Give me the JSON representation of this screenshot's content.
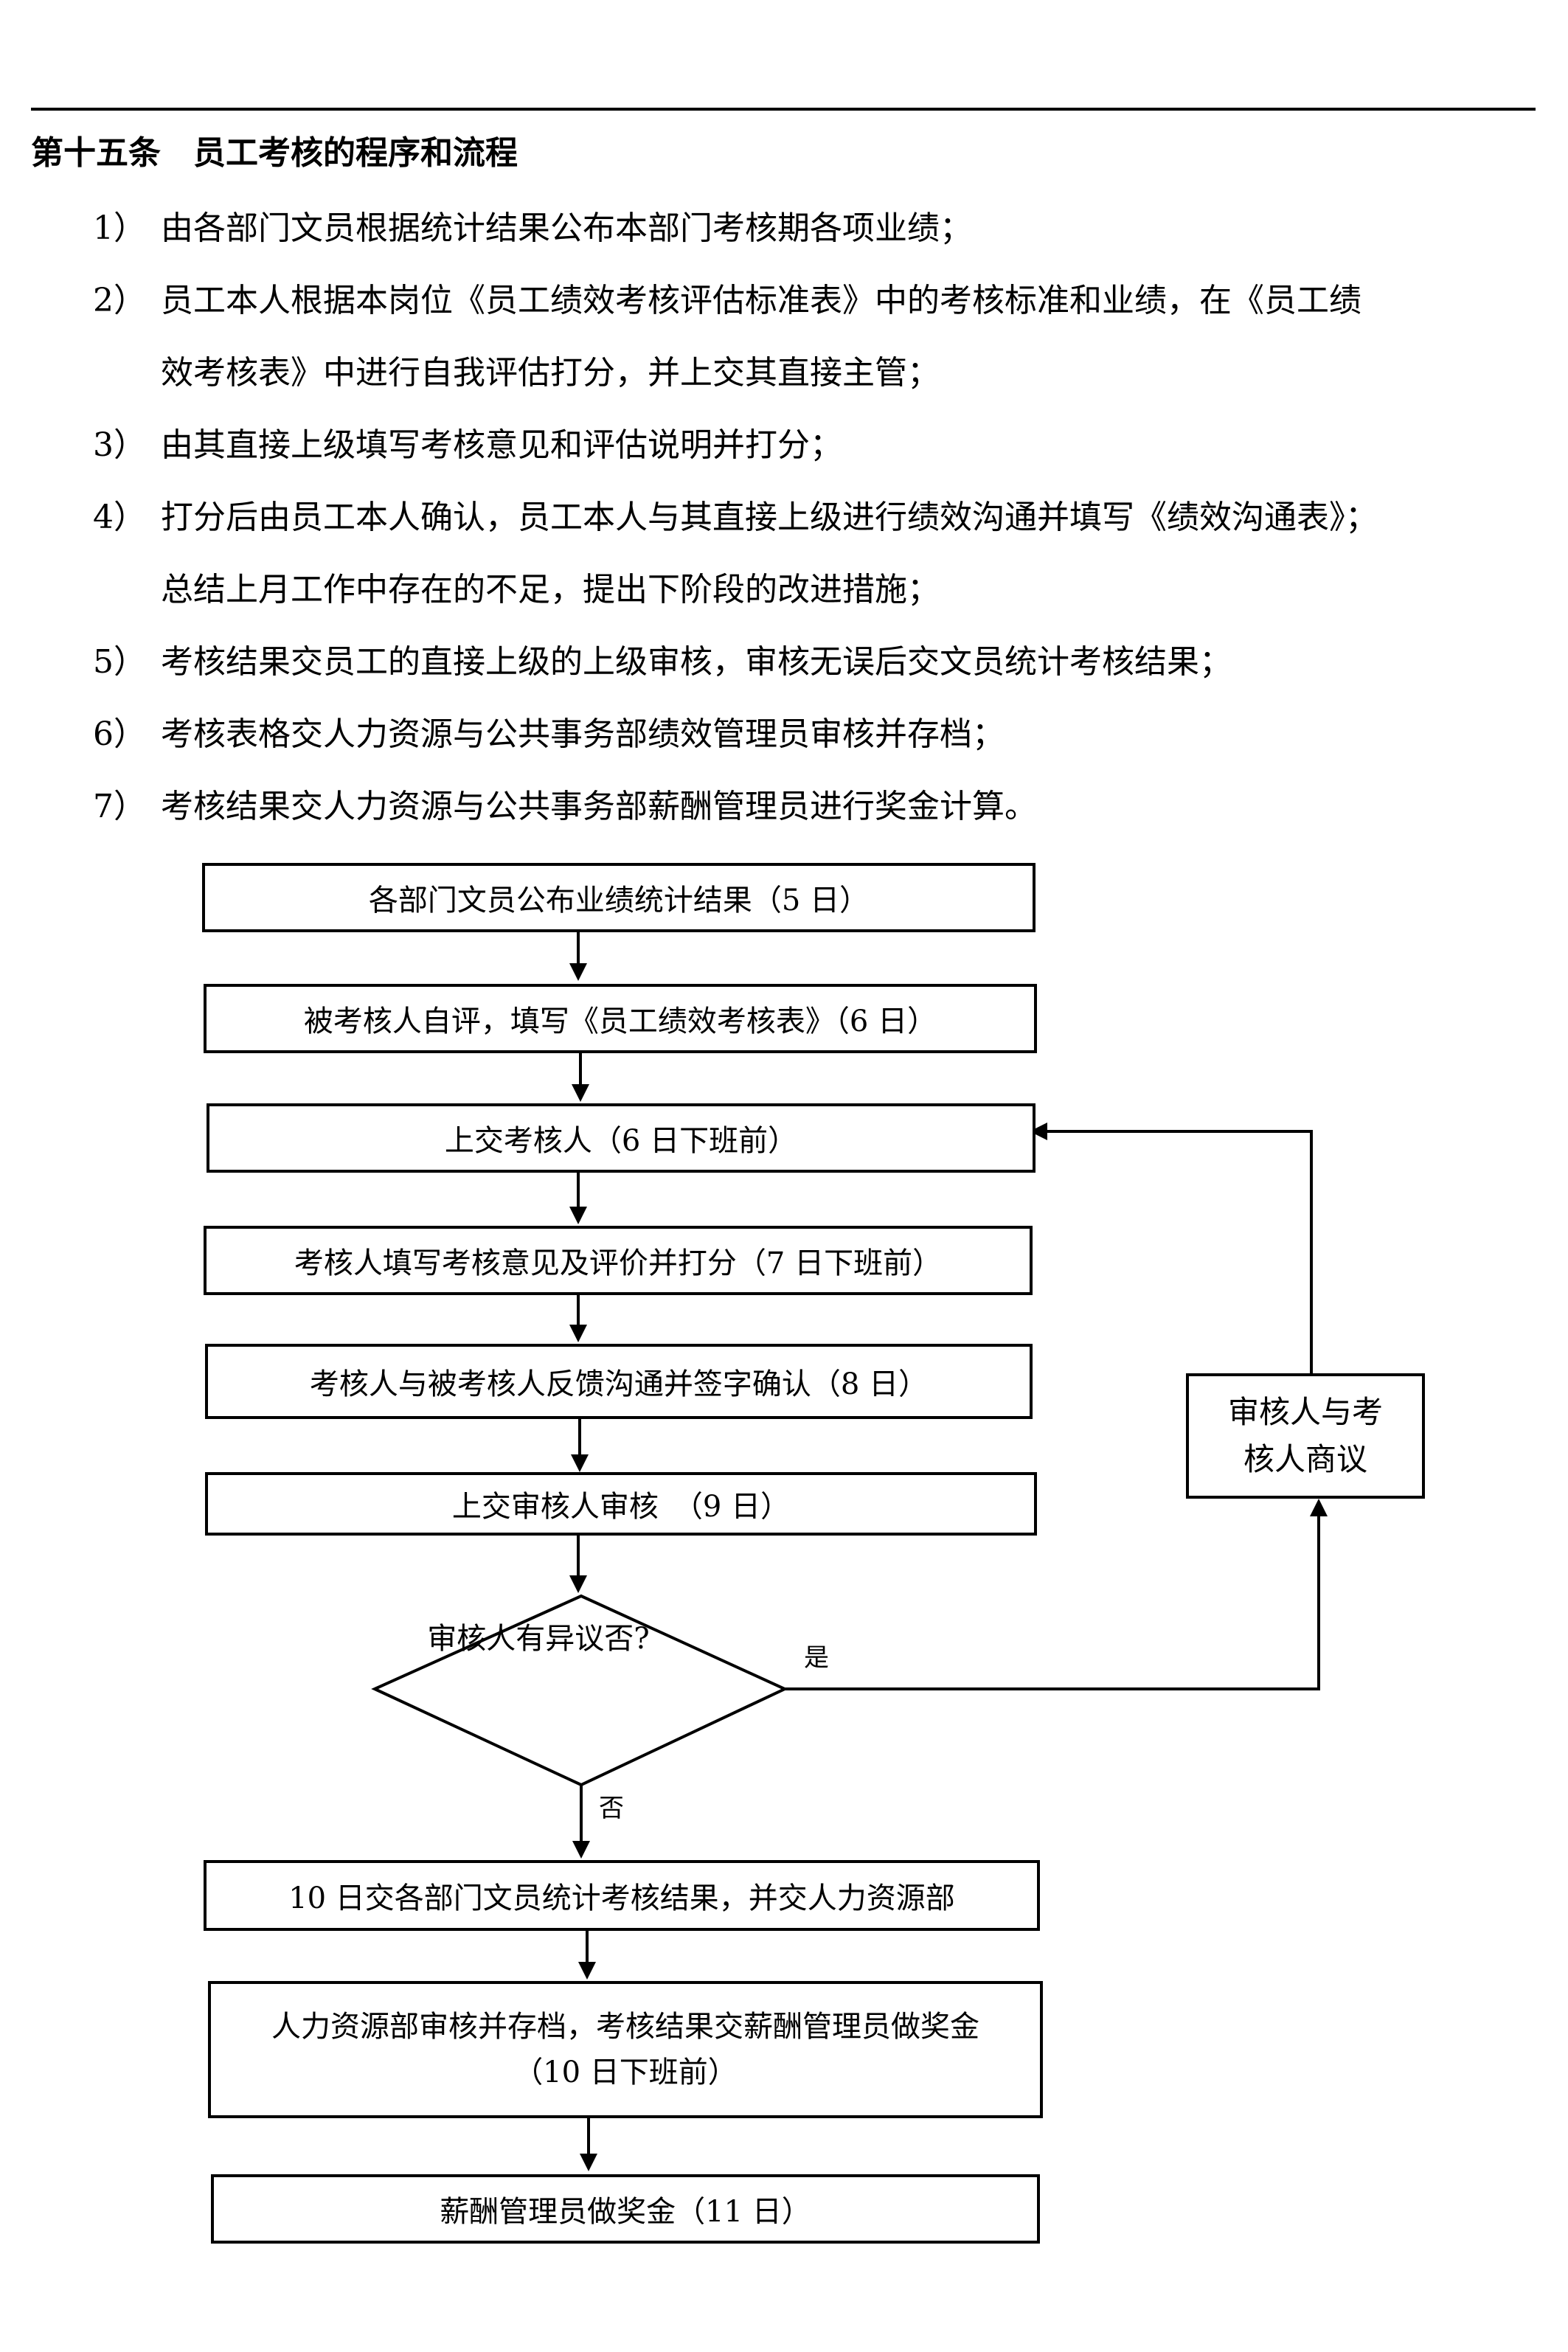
{
  "heading": "第十五条　员工考核的程序和流程",
  "items": [
    {
      "num": "1）",
      "lines": [
        "由各部门文员根据统计结果公布本部门考核期各项业绩；"
      ]
    },
    {
      "num": "2）",
      "lines": [
        "员工本人根据本岗位《员工绩效考核评估标准表》中的考核标准和业绩，在《员工绩",
        "效考核表》中进行自我评估打分，并上交其直接主管；"
      ]
    },
    {
      "num": "3）",
      "lines": [
        "由其直接上级填写考核意见和评估说明并打分；"
      ]
    },
    {
      "num": "4）",
      "lines": [
        "打分后由员工本人确认，员工本人与其直接上级进行绩效沟通并填写《绩效沟通表》；",
        "总结上月工作中存在的不足，提出下阶段的改进措施；"
      ]
    },
    {
      "num": "5）",
      "lines": [
        "考核结果交员工的直接上级的上级审核，审核无误后交文员统计考核结果；"
      ]
    },
    {
      "num": "6）",
      "lines": [
        "考核表格交人力资源与公共事务部绩效管理员审核并存档；"
      ]
    },
    {
      "num": "7）",
      "lines": [
        "考核结果交人力资源与公共事务部薪酬管理员进行奖金计算。"
      ]
    }
  ],
  "flow": {
    "step1": "各部门文员公布业绩统计结果（5 日）",
    "step2": "被考核人自评，填写《员工绩效考核表》（6 日）",
    "step3": "上交考核人（6 日下班前）",
    "step4": "考核人填写考核意见及评价并打分（7 日下班前）",
    "step5": "考核人与被考核人反馈沟通并签字确认（8 日）",
    "step6": "上交审核人审核　（9 日）",
    "decision": "审核人有异议否?",
    "yes_label": "是",
    "no_label": "否",
    "side_line1": "审核人与考",
    "side_line2": "核人商议",
    "step7": "10 日交各部门文员统计考核结果，并交人力资源部",
    "step8_line1": "人力资源部审核并存档，考核结果交薪酬管理员做奖金",
    "step8_line2": "（10 日下班前）",
    "step9": "薪酬管理员做奖金（11 日）"
  }
}
